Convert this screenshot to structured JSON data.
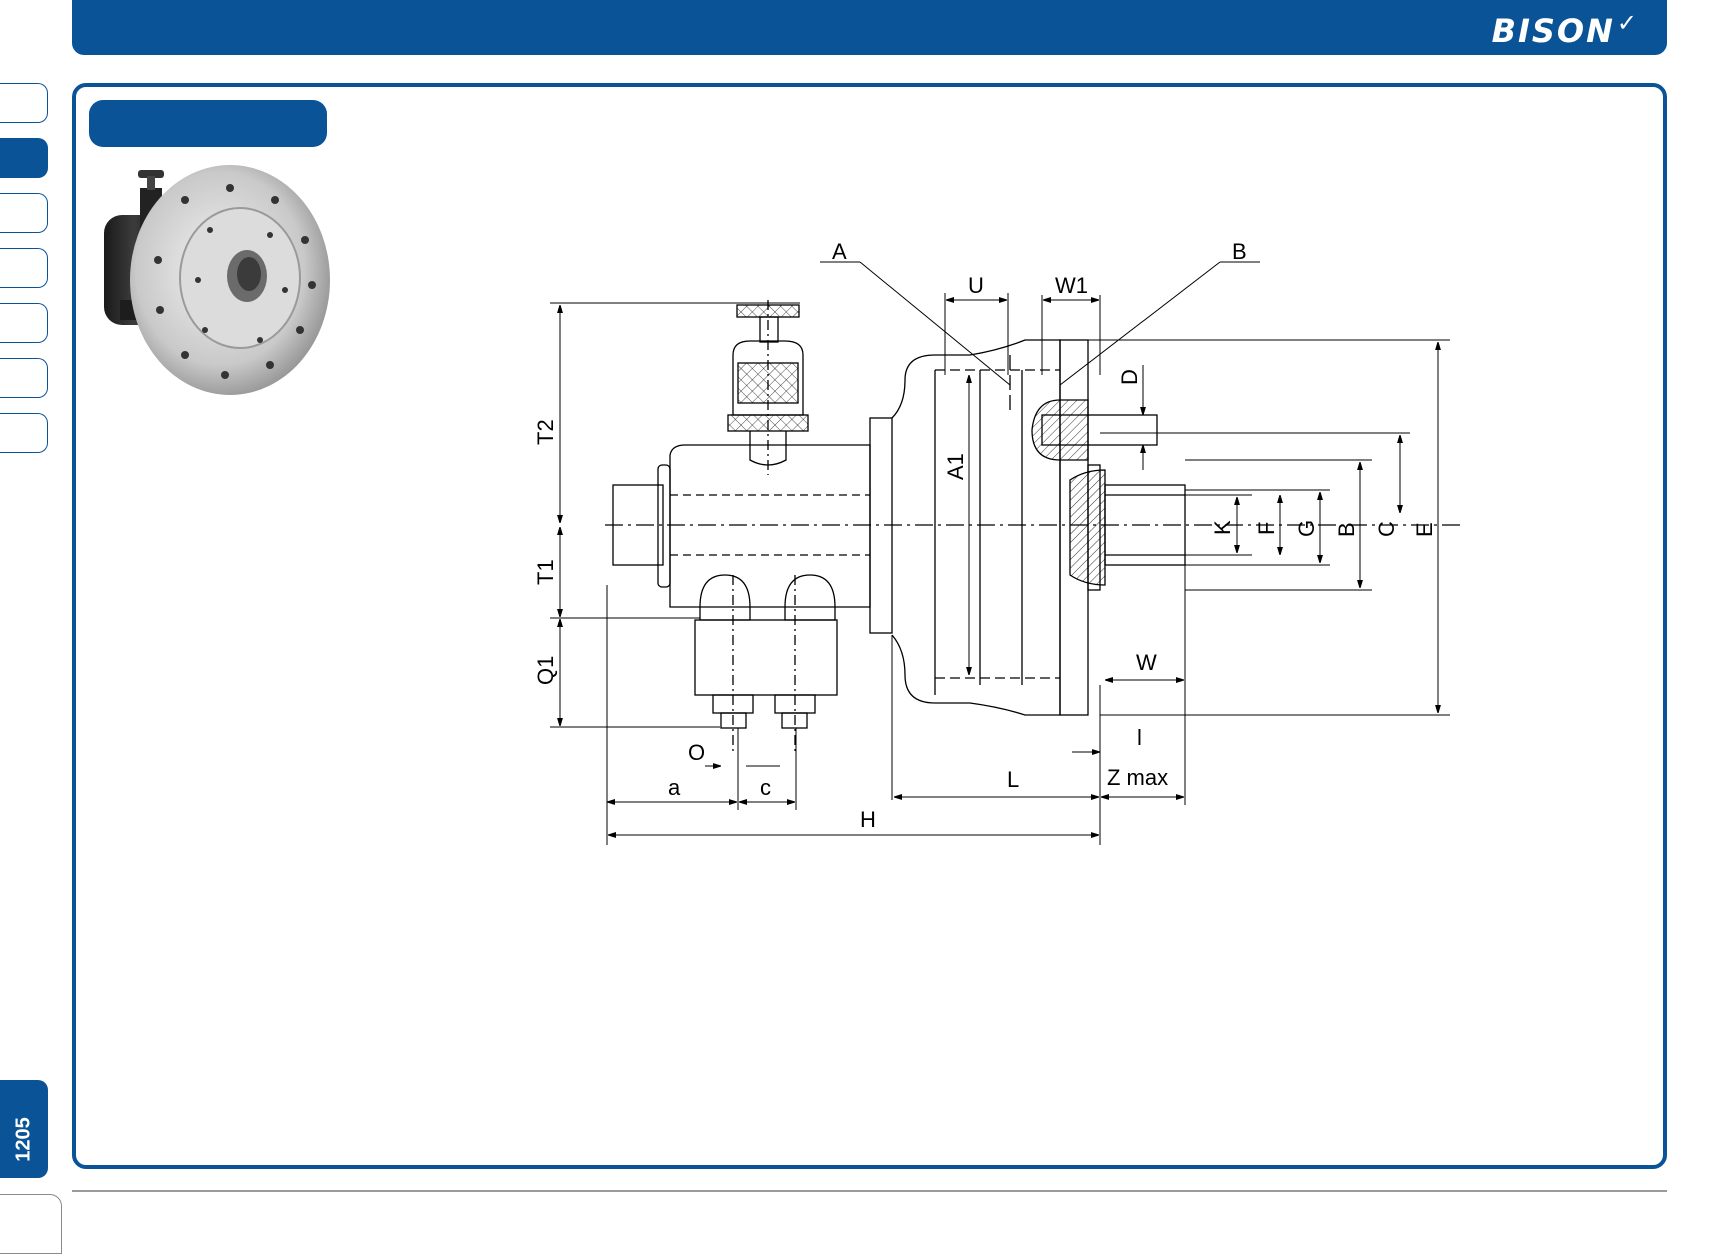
{
  "header": {
    "brand": "BISON"
  },
  "sidebar": {
    "page_number": "1205"
  },
  "drawing": {
    "labels": {
      "A": "A",
      "B_top": "B",
      "U": "U",
      "W1": "W1",
      "T2": "T2",
      "T1": "T1",
      "Q1": "Q1",
      "A1": "A1",
      "D": "D",
      "K": "K",
      "F": "F",
      "G": "G",
      "B_right": "B",
      "C": "C",
      "E": "E",
      "W": "W",
      "l": "l",
      "Z_max": "Z max",
      "L": "L",
      "H": "H",
      "O": "O",
      "a": "a",
      "c": "c"
    }
  },
  "colors": {
    "brand_blue": "#0a5397"
  }
}
